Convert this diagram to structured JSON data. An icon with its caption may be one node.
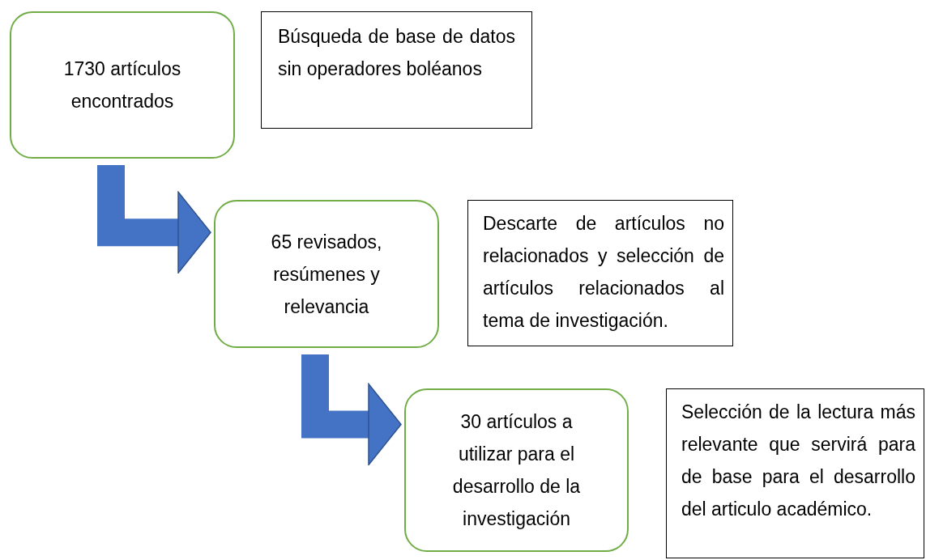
{
  "diagram": {
    "nodes": [
      {
        "text": [
          "1730 artículos encontrados"
        ]
      },
      {
        "text": [
          "Búsqueda de base de datos sin operadores boléanos"
        ]
      },
      {
        "text": [
          "65 revisados, resúmenes y relevancia"
        ]
      },
      {
        "text": [
          "Descarte de artículos no relacionados y selección de artículos relacionados al tema de investigación."
        ]
      },
      {
        "text": [
          "30 artículos a utilizar para el desarrollo de la investigación"
        ]
      },
      {
        "text": [
          "Selección de la lectura más relevante que servirá para de base para el desarrollo del articulo académico."
        ]
      }
    ],
    "edges": [
      {
        "from": 0,
        "to": 2,
        "arrow": "to"
      },
      {
        "from": 2,
        "to": 4,
        "arrow": "to"
      }
    ]
  }
}
